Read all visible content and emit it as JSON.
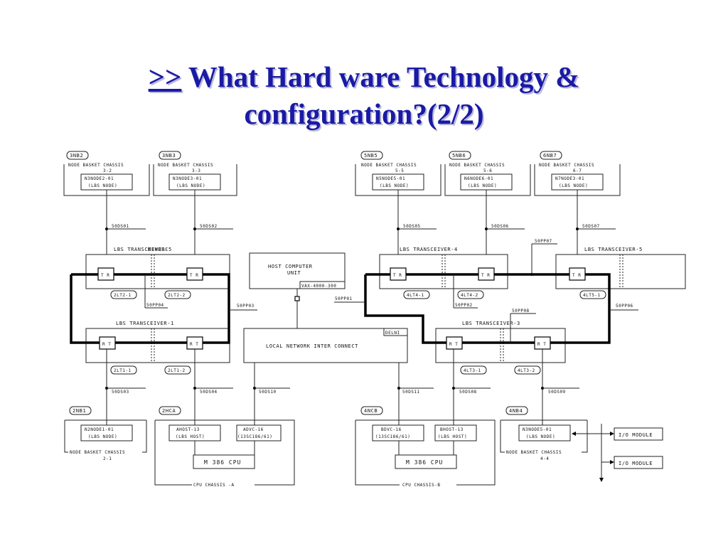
{
  "slide": {
    "nav_link": ">>",
    "title_line1": " What Hard ware Technology &",
    "title_line2": "configuration?(2/2)"
  },
  "diagram": {
    "top_nodes": [
      {
        "tag": "3NB2",
        "chassis": "NODE BASKET CHASSIS",
        "chassis_num": "3-2",
        "node": "N3NODE2-01",
        "node_sub": "(LBS NODE)",
        "cable": "50DS01"
      },
      {
        "tag": "3NB3",
        "chassis": "NODE BASKET CHASSIS",
        "chassis_num": "3-3",
        "node": "N3NODE3-01",
        "node_sub": "(LBS NODE)",
        "cable": "50DS02"
      },
      {
        "tag": "5NB5",
        "chassis": "NODE BASKET CHASSIS",
        "chassis_num": "5-5",
        "node": "N5NODE5-01",
        "node_sub": "(LBS NODE)",
        "cable": "50DS05"
      },
      {
        "tag": "5NB6",
        "chassis": "NODE BASKET CHASSIS",
        "chassis_num": "5-6",
        "node": "N6NODE6-01",
        "node_sub": "(LBS NODE)",
        "cable": "50DS06"
      },
      {
        "tag": "6NB7",
        "chassis": "NODE BASKET CHASSIS",
        "chassis_num": "6-7",
        "node": "N7NODE3-01",
        "node_sub": "(LBS NODE)",
        "cable": "50DS07"
      }
    ],
    "transceivers": {
      "t5_left": "LBS TRANSCEIVER-5",
      "t5_left_overprint": "MEMBSC",
      "t1": "LBS TRANSCEIVER-1",
      "t4": "LBS TRANSCEIVER-4",
      "t5_right": "LBS TRANSCEIVER-5",
      "t3": "LBS TRANSCEIVER-3"
    },
    "port_labels": {
      "tr": "T R",
      "rt": "R T"
    },
    "ports": {
      "p2lt2_1": "2LT2-1",
      "p2lt2_2": "2LT2-2",
      "p2lt1_1": "2LT1-1",
      "p2lt1_2": "2LT1-2",
      "p4lt4_1": "4LT4-1",
      "p4lt4_2": "4LT4-2",
      "p4lt5_1": "4LT5-1",
      "p4lt3_1": "4LT3-1",
      "p4lt3_2": "4LT3-2"
    },
    "bus_cables": {
      "c50pp04": "50PP04",
      "c50pp03": "50PP03",
      "c50pp01": "50PP01",
      "c50pp02": "50PP02",
      "c50pp07": "50PP07",
      "c50pp06": "50PP06",
      "c50pp08": "50PP08"
    },
    "host": {
      "line1": "HOST COMPUTER",
      "line2": "UNIT",
      "model": "VAX-4000-300"
    },
    "lni": {
      "label": "LOCAL NETWORK INTER CONNECT",
      "tag": "DELNI"
    },
    "bottom_cables": {
      "c50ds03": "50DS03",
      "c50ds04": "50DS04",
      "c50ds10": "50DS10",
      "c50ds11": "50DS11",
      "c50ds08": "50DS08",
      "c50ds09": "50DS09"
    },
    "bottom_left": {
      "tag": "2NB1",
      "node": "N2NODE1-01",
      "node_sub": "(LBS NODE)",
      "chassis": "NODE BASKET CHASSIS",
      "chassis_num": "2-1"
    },
    "cpu_a": {
      "tag": "2HCA",
      "host": "AHOST-13",
      "host_sub": "(LBS HOST)",
      "advc": "ADVC-16",
      "advc_sub": "(13SC186/61)",
      "cpu": "M 386 CPU",
      "chassis": "CPU CHASSIS -A"
    },
    "cpu_b": {
      "tag": "4NCB",
      "bdvc": "BDVC-16",
      "bdvc_sub": "(13SC186/61)",
      "host": "BHOST-13",
      "host_sub": "(LBS HOST)",
      "cpu": "M 386 CPU",
      "chassis": "CPU CHASSIS-B"
    },
    "bottom_right": {
      "tag": "4NB4",
      "node": "N3NODE5-01",
      "node_sub": "(LBS NODE)",
      "chassis": "NODE BASKET CHASSIS",
      "chassis_num": "4-4"
    },
    "io": {
      "m1": "I/O MODULE",
      "m2": "I/O MODULE"
    }
  }
}
